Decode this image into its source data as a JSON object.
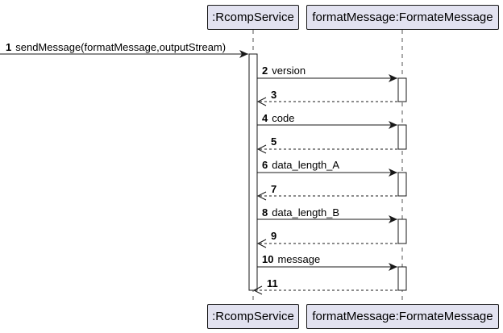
{
  "participants": {
    "service": {
      "label": ":RcompService"
    },
    "format": {
      "label": "formatMessage:FormateMessage"
    }
  },
  "messages": [
    {
      "num": "1",
      "text": "sendMessage(formatMessage,outputStream)"
    },
    {
      "num": "2",
      "text": "version"
    },
    {
      "num": "3",
      "text": ""
    },
    {
      "num": "4",
      "text": "code"
    },
    {
      "num": "5",
      "text": ""
    },
    {
      "num": "6",
      "text": "data_length_A"
    },
    {
      "num": "7",
      "text": ""
    },
    {
      "num": "8",
      "text": "data_length_B"
    },
    {
      "num": "9",
      "text": ""
    },
    {
      "num": "10",
      "text": "message"
    },
    {
      "num": "11",
      "text": ""
    }
  ],
  "colors": {
    "participant_fill": "#e2e2f0",
    "line": "#181818",
    "lifeline": "#555555"
  }
}
